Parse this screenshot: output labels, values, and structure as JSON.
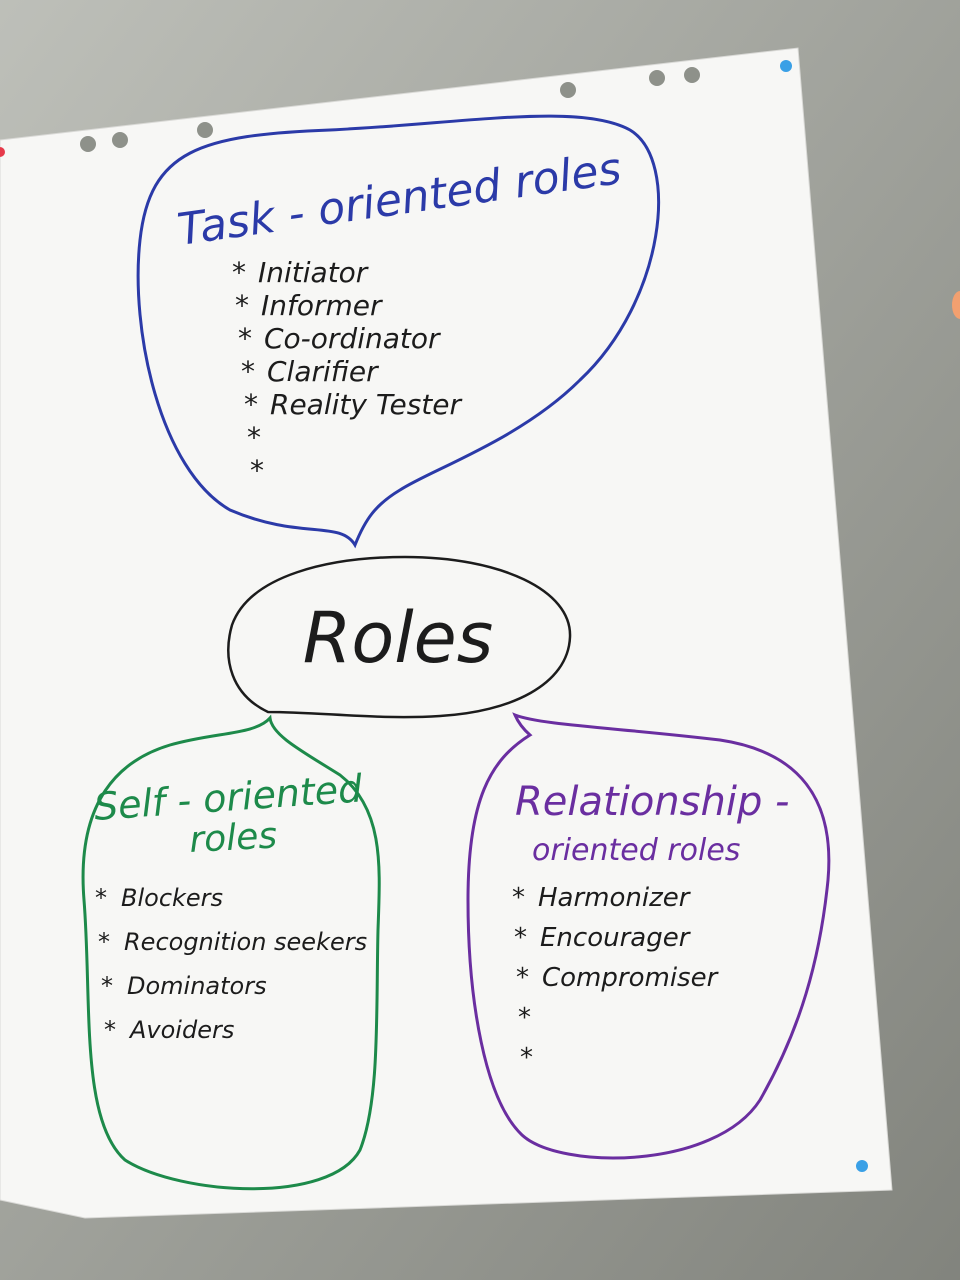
{
  "colors": {
    "wall": "#9a9d93",
    "paper": "#f7f7f5",
    "task": "#2b3aa8",
    "roles": "#1c1c1c",
    "self": "#1d8a4a",
    "relationship": "#6a2ea0",
    "pin": "#3aa0e6"
  },
  "center": {
    "label": "Roles"
  },
  "task": {
    "title": "Task - oriented roles",
    "bullet": "*",
    "items": [
      "Initiator",
      "Informer",
      "Co-ordinator",
      "Clarifier",
      "Reality Tester",
      "",
      ""
    ]
  },
  "self": {
    "title_line1": "Self - oriented",
    "title_line2": "roles",
    "bullet": "*",
    "items": [
      "Blockers",
      "Recognition seekers",
      "Dominators",
      "Avoiders"
    ]
  },
  "relationship": {
    "title_line1": "Relationship -",
    "title_line2": "oriented roles",
    "bullet": "*",
    "items": [
      "Harmonizer",
      "Encourager",
      "Compromiser",
      "",
      ""
    ]
  }
}
